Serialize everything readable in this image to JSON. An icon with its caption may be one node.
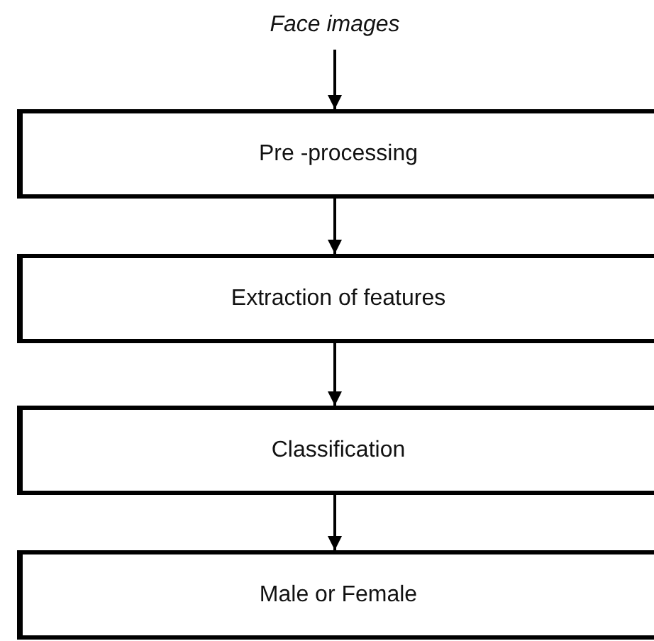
{
  "diagram": {
    "nodes": [
      {
        "text": [
          "Face images"
        ]
      },
      {
        "text": [
          "Pre -processing"
        ]
      },
      {
        "text": [
          "Extraction of features"
        ]
      },
      {
        "text": [
          "Classification"
        ]
      },
      {
        "text": [
          "Male or Female"
        ]
      }
    ],
    "edges": [
      {
        "from": 0,
        "to": 1,
        "arrow": "to"
      },
      {
        "from": 1,
        "to": 2,
        "arrow": "to"
      },
      {
        "from": 2,
        "to": 3,
        "arrow": "to"
      },
      {
        "from": 3,
        "to": 4,
        "arrow": "to"
      }
    ]
  }
}
